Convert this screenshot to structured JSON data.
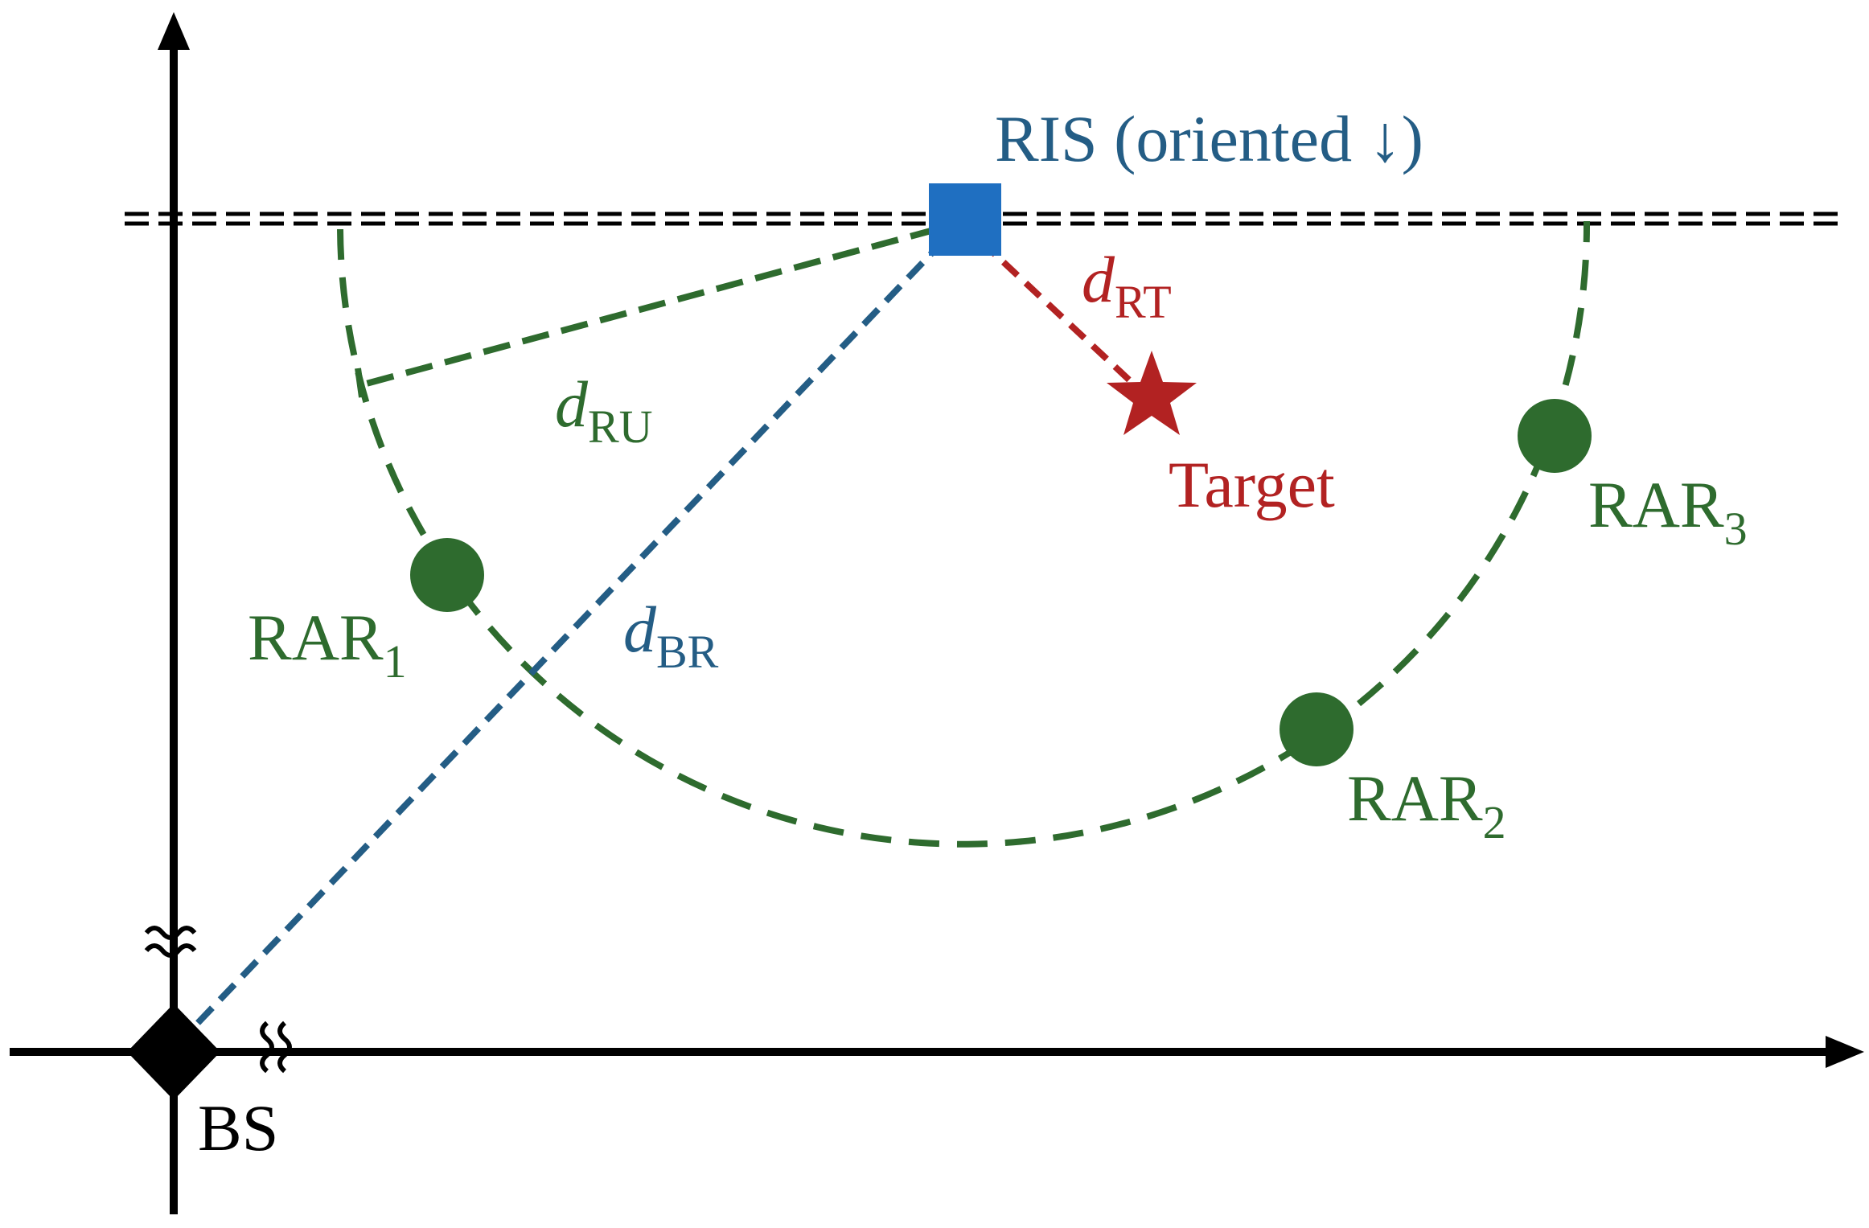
{
  "colors": {
    "axis": "#000000",
    "ris": "#1f6fc1",
    "bs_link": "#245d85",
    "target": "#b22222",
    "user": "#2e6b2e"
  },
  "labels": {
    "ris": "RIS (oriented ↓)",
    "bs": "BS",
    "target": "Target",
    "rar1": {
      "main": "RAR",
      "sub": "1"
    },
    "rar2": {
      "main": "RAR",
      "sub": "2"
    },
    "rar3": {
      "main": "RAR",
      "sub": "3"
    },
    "d_ru": {
      "main": "d",
      "sub": "RU"
    },
    "d_br": {
      "main": "d",
      "sub": "BR"
    },
    "d_rt": {
      "main": "d",
      "sub": "RT"
    }
  },
  "icons": {
    "bs": "diamond-icon",
    "ris": "square-icon",
    "target": "star-icon",
    "rar": "circle-icon",
    "axis_break": "approx-break-icon"
  }
}
